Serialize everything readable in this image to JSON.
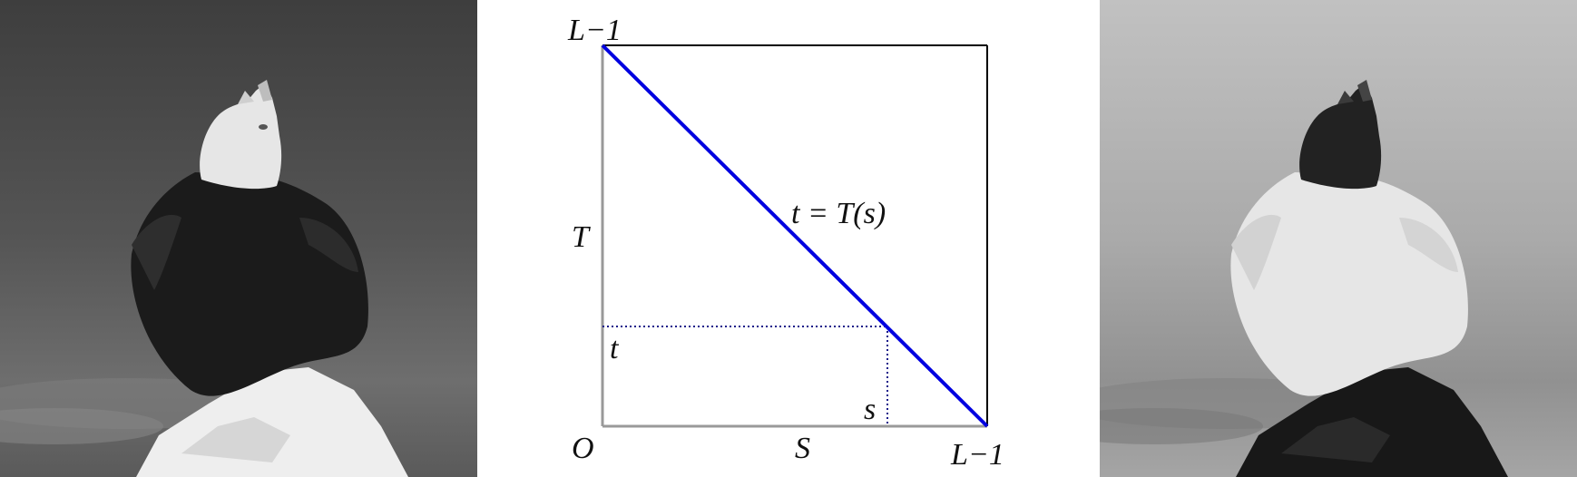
{
  "diagram": {
    "labels": {
      "top_left": "L−1",
      "bottom_right": "L−1",
      "origin": "O",
      "x_axis": "S",
      "y_axis": "T",
      "curve": "t = T(s)",
      "t_mark": "t",
      "s_mark": "s"
    },
    "curve_color": "#0000e0",
    "axis_color": "#999999",
    "frame_color": "#000000"
  },
  "images": {
    "left": "eagle-original",
    "right": "eagle-negative"
  }
}
